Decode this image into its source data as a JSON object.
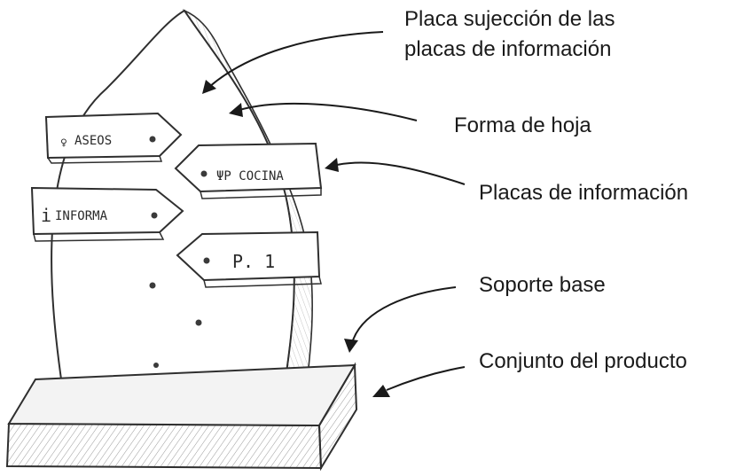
{
  "labels": {
    "placa_sujecion_line1": "Placa sujección de las",
    "placa_sujecion_line2": "placas de información",
    "forma_hoja": "Forma de hoja",
    "placas_informacion": "Placas de información",
    "soporte_base": "Soporte base",
    "conjunto_producto": "Conjunto del producto"
  },
  "signs": {
    "aseos": "ASEOS",
    "cocina": "ΨP COCINA",
    "informa_i": "i",
    "informa": "INFORMA",
    "planta": "P. 1"
  },
  "colors": {
    "pencil": "#2f2f2f",
    "text": "#1a1a1a",
    "paper": "#ffffff"
  }
}
